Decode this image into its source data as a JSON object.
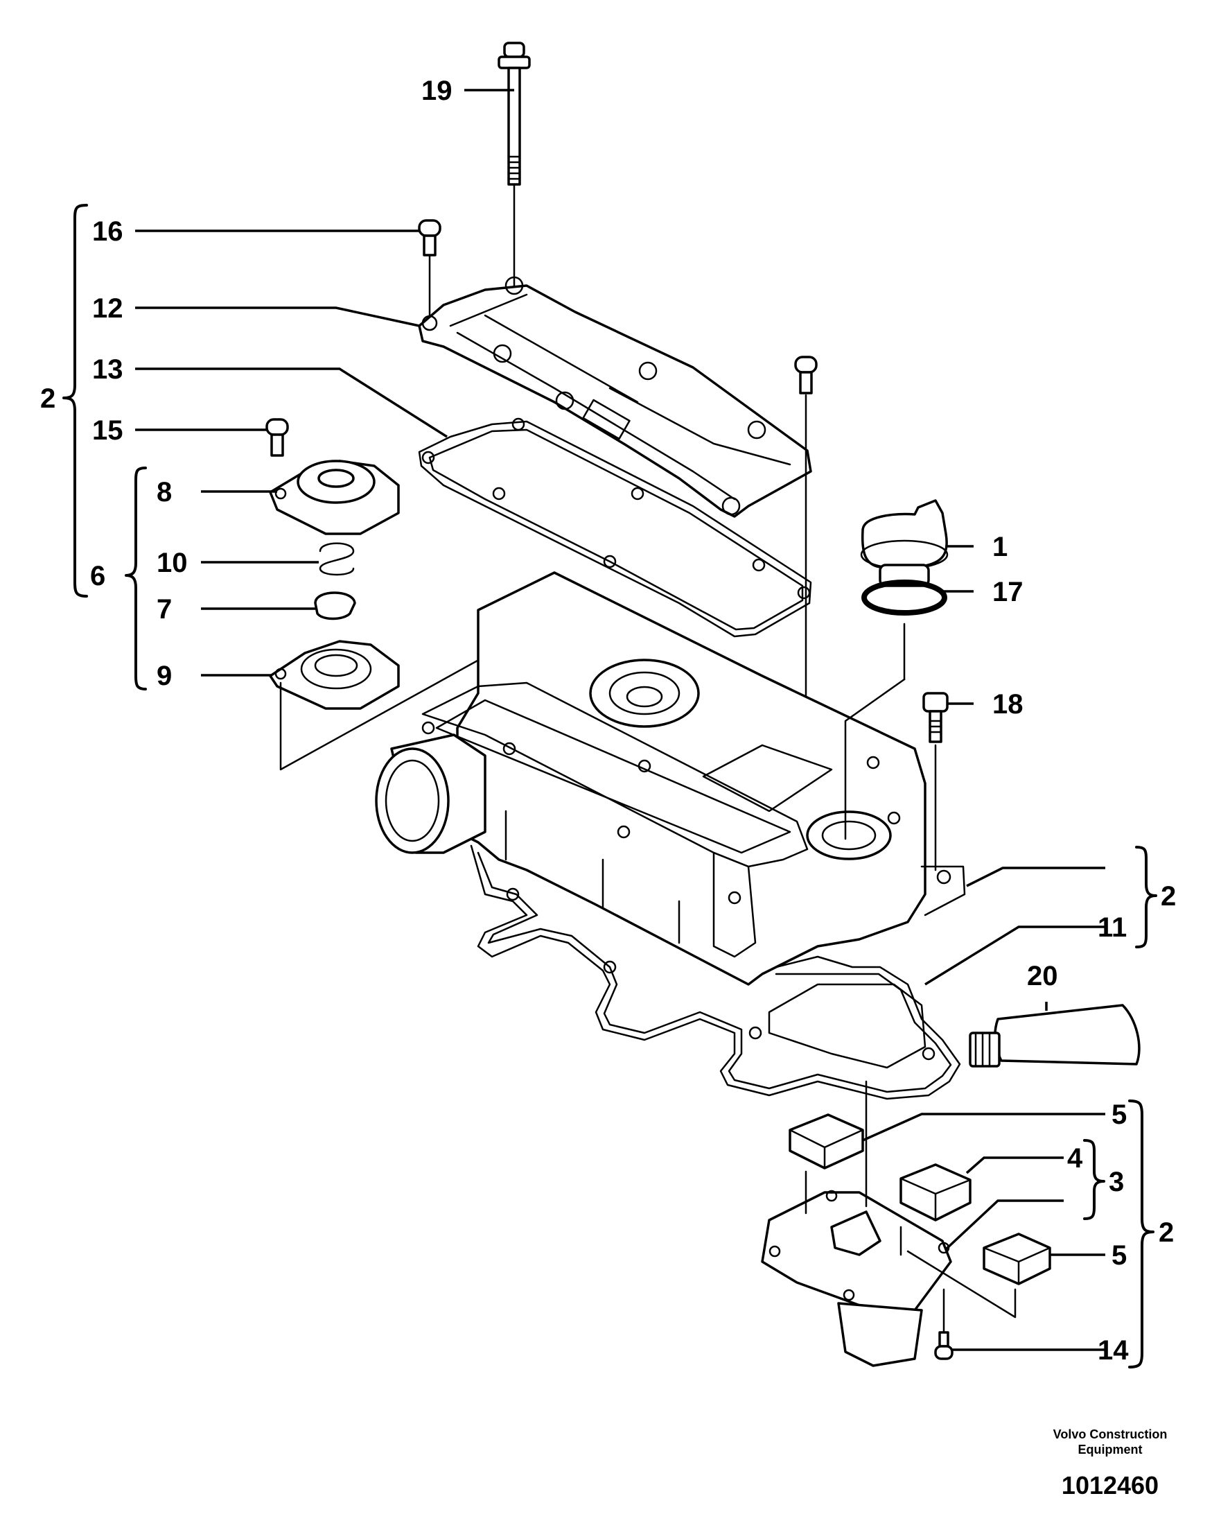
{
  "callouts": [
    "19",
    "16",
    "12",
    "13",
    "15",
    "8",
    "10",
    "7",
    "9",
    "2",
    "6",
    "1",
    "17",
    "18",
    "2",
    "11",
    "20",
    "5",
    "4",
    "3",
    "5",
    "2",
    "14"
  ],
  "footer": {
    "company_line1": "Volvo Construction",
    "company_line2": "Equipment",
    "drawing_number": "1012460"
  }
}
